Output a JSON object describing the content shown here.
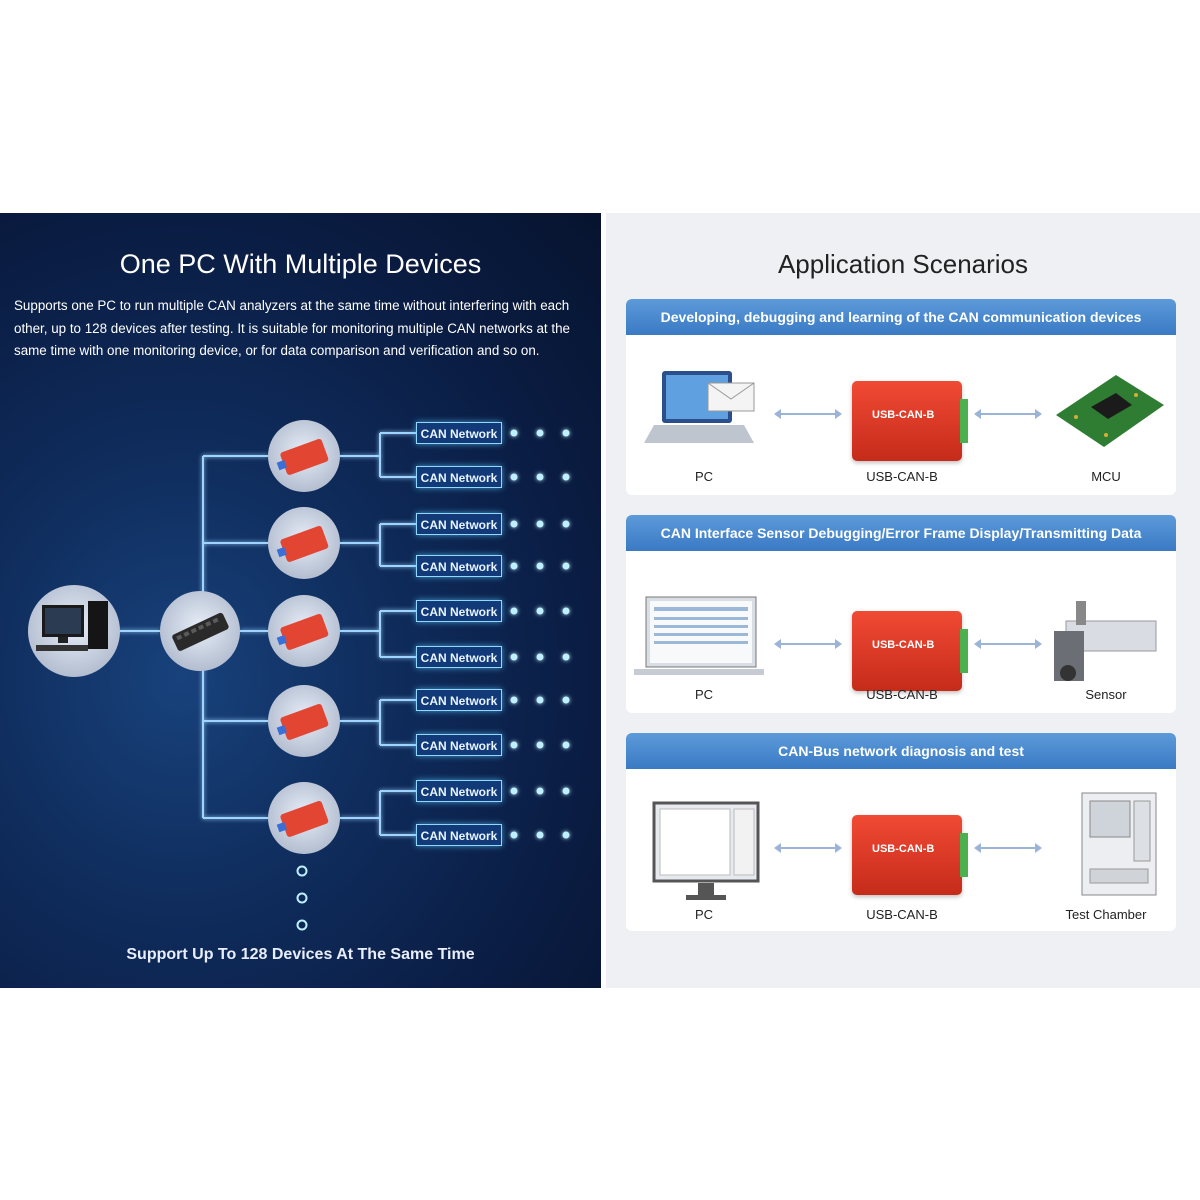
{
  "left": {
    "title": "One PC With Multiple Devices",
    "description": "Supports one PC to run multiple CAN analyzers at the same time without interfering with each other, up to 128 devices after testing. It is suitable for monitoring multiple CAN networks at the same time with one monitoring device, or for data comparison and verification and so on.",
    "network_label": "CAN Network",
    "footer": "Support Up To 128 Devices At The Same Time"
  },
  "right": {
    "title": "Application Scenarios",
    "device_label": "USB-CAN-B",
    "scenarios": [
      {
        "header": "Developing, debugging and learning of the CAN communication devices",
        "left_label": "PC",
        "right_label": "MCU"
      },
      {
        "header": "CAN Interface Sensor Debugging/Error Frame Display/Transmitting Data",
        "left_label": "PC",
        "right_label": "Sensor"
      },
      {
        "header": "CAN-Bus network diagnosis and test",
        "left_label": "PC",
        "right_label": "Test Chamber"
      }
    ]
  },
  "colors": {
    "left_bg": "#0f2c5c",
    "glow": "#8fd8ff",
    "device_red": "#e53c28",
    "header_blue": "#4a8ad0"
  },
  "icons": [
    "desktop-pc-icon",
    "usb-hub-icon",
    "can-analyzer-icon",
    "laptop-icon",
    "mail-icon",
    "mcu-board-icon",
    "sensor-machine-icon",
    "monitor-icon",
    "test-chamber-icon"
  ]
}
